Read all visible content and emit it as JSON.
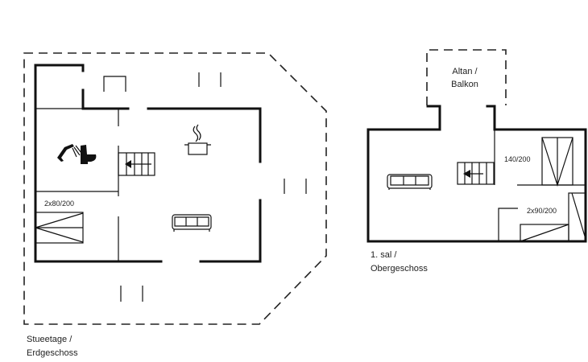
{
  "ground_floor": {
    "label_line1": "Stueetage /",
    "label_line2": "Erdgeschoss",
    "bed_label": "2x80/200"
  },
  "upper_floor": {
    "label_line1": "1. sal /",
    "label_line2": "Obergeschoss",
    "balcony_line1": "Altan /",
    "balcony_line2": "Balkon",
    "bed1_label": "140/200",
    "bed2_label": "2x90/200"
  }
}
